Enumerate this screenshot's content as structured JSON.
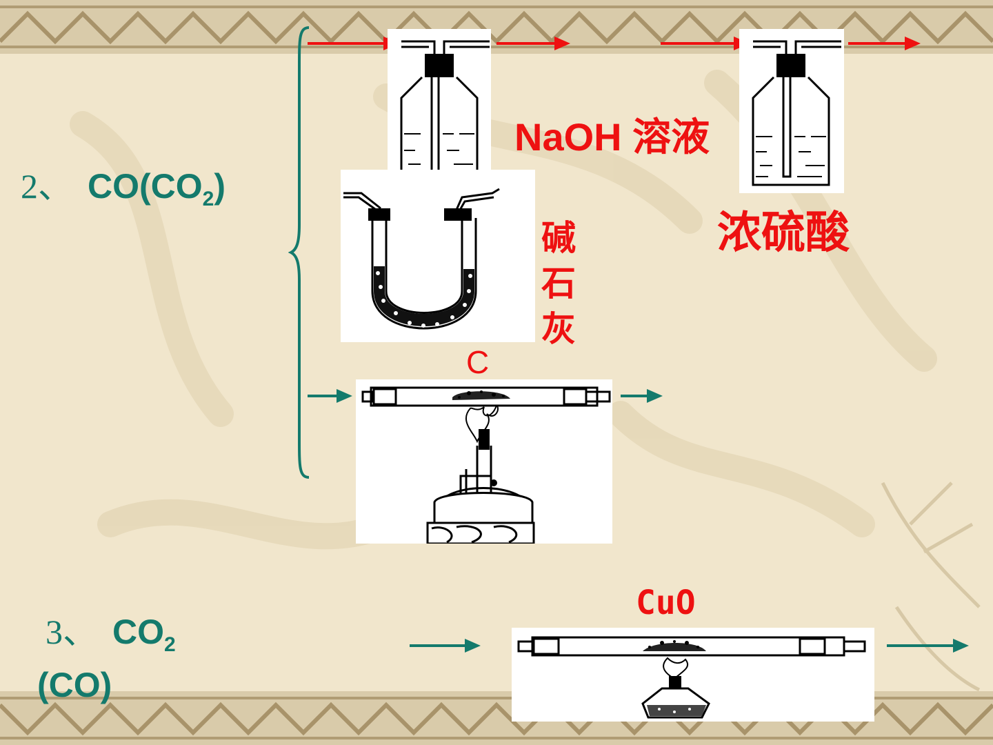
{
  "slide": {
    "colors": {
      "teal": "#147a6c",
      "red": "#ee1111",
      "background": "#f1e6cc"
    },
    "item2": {
      "number": "2",
      "sep": "、",
      "formula_main": "CO(CO",
      "formula_sub": "2",
      "formula_end": ")"
    },
    "item3": {
      "number": "3",
      "sep": "、",
      "formula_main": "CO",
      "formula_sub": "2",
      "formula_line2": "(CO)"
    },
    "labels": {
      "naoh": "NaOH 溶液",
      "sulfuric": "浓硫酸",
      "soda_lime": [
        "碱",
        "石",
        "灰"
      ],
      "carbon": "C",
      "cuo": "CuO"
    },
    "icons": {
      "wash_bottle": "gas-washing-bottle-icon",
      "u_tube": "u-tube-drying-icon",
      "combustion_tube": "combustion-tube-burner-icon",
      "alcohol_lamp": "alcohol-lamp-icon",
      "arrow": "flow-arrow-icon",
      "brace": "left-brace-icon"
    }
  }
}
